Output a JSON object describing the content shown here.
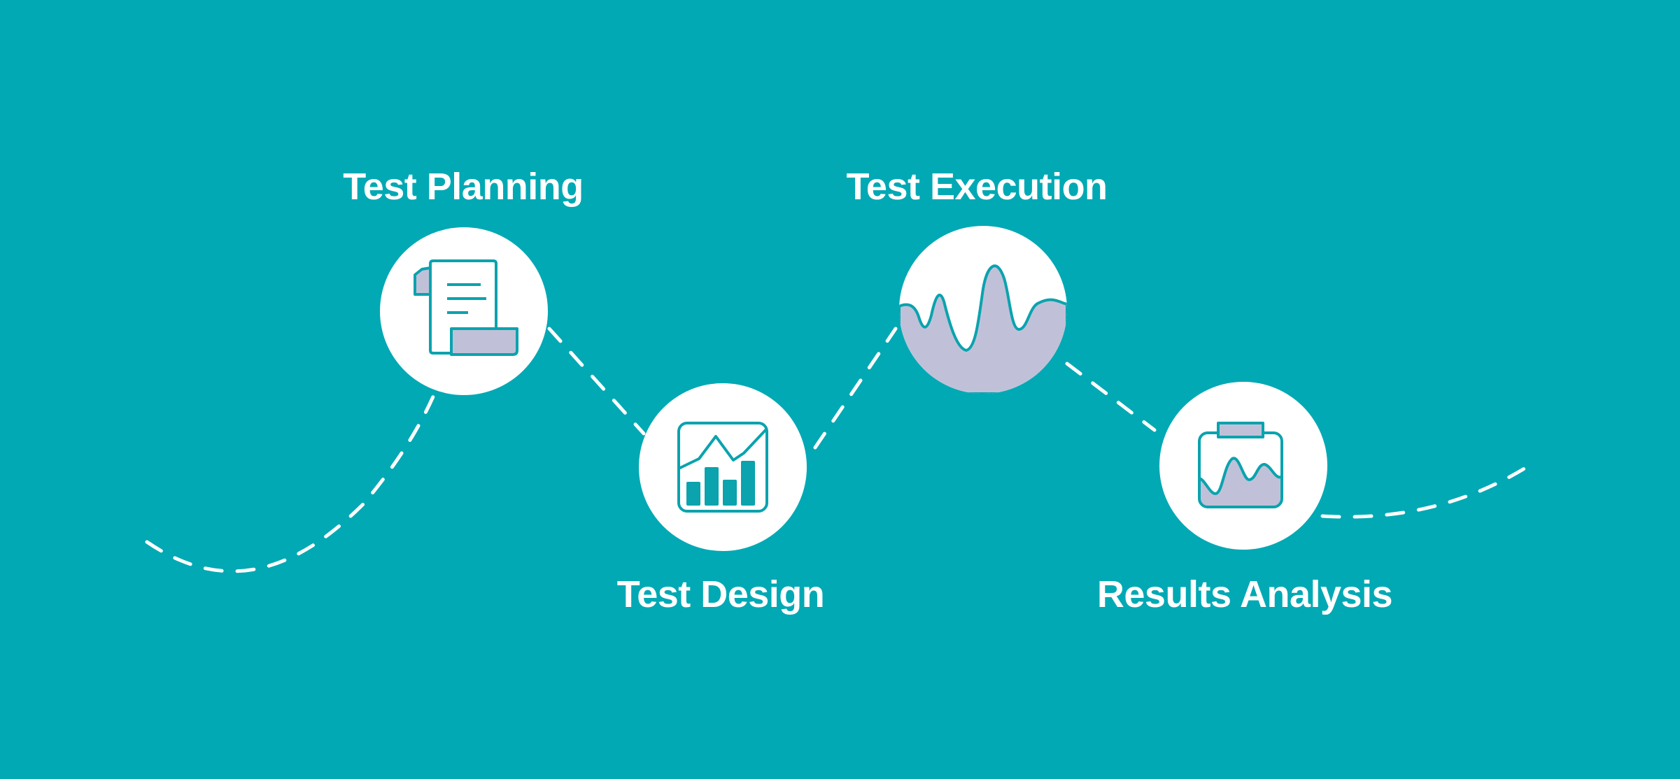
{
  "diagram": {
    "title": "",
    "colors": {
      "background": "#00a9b4",
      "node_fill": "#ffffff",
      "icon_stroke": "#0aa3ae",
      "icon_fill": "#c0c1d9",
      "path_color": "#ffffff"
    },
    "steps": [
      {
        "id": "planning",
        "label": "Test Planning",
        "icon": "document-scroll-icon"
      },
      {
        "id": "design",
        "label": "Test Design",
        "icon": "chart-panel-icon"
      },
      {
        "id": "execution",
        "label": "Test Execution",
        "icon": "waveform-icon"
      },
      {
        "id": "analysis",
        "label": "Results Analysis",
        "icon": "clipboard-wave-icon"
      }
    ]
  }
}
